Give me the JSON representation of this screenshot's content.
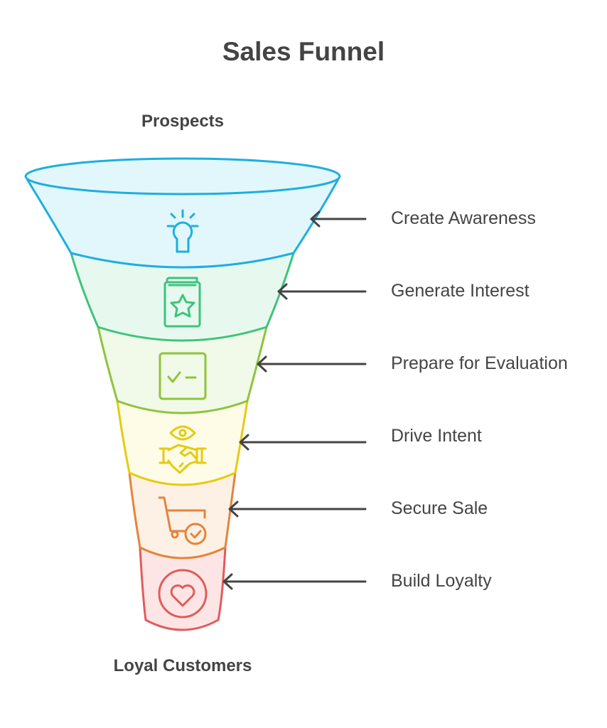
{
  "title": "Sales Funnel",
  "top_label": "Prospects",
  "bottom_label": "Loyal Customers",
  "stages": [
    {
      "label": "Create Awareness",
      "icon": "lightbulb-icon",
      "stroke": "#1eaee0",
      "fill": "#e2f7fc"
    },
    {
      "label": "Generate Interest",
      "icon": "star-book-icon",
      "stroke": "#3cc47c",
      "fill": "#e7f9ef"
    },
    {
      "label": "Prepare for Evaluation",
      "icon": "checklist-icon",
      "stroke": "#8dc43c",
      "fill": "#f1f9e8"
    },
    {
      "label": "Drive Intent",
      "icon": "eye-handshake-icon",
      "stroke": "#e5cb12",
      "fill": "#fefbe6"
    },
    {
      "label": "Secure Sale",
      "icon": "cart-check-icon",
      "stroke": "#e4843a",
      "fill": "#fdf1e6"
    },
    {
      "label": "Build Loyalty",
      "icon": "heart-icon",
      "stroke": "#e05c5c",
      "fill": "#fde5e5"
    }
  ],
  "arrow_color": "#444444"
}
